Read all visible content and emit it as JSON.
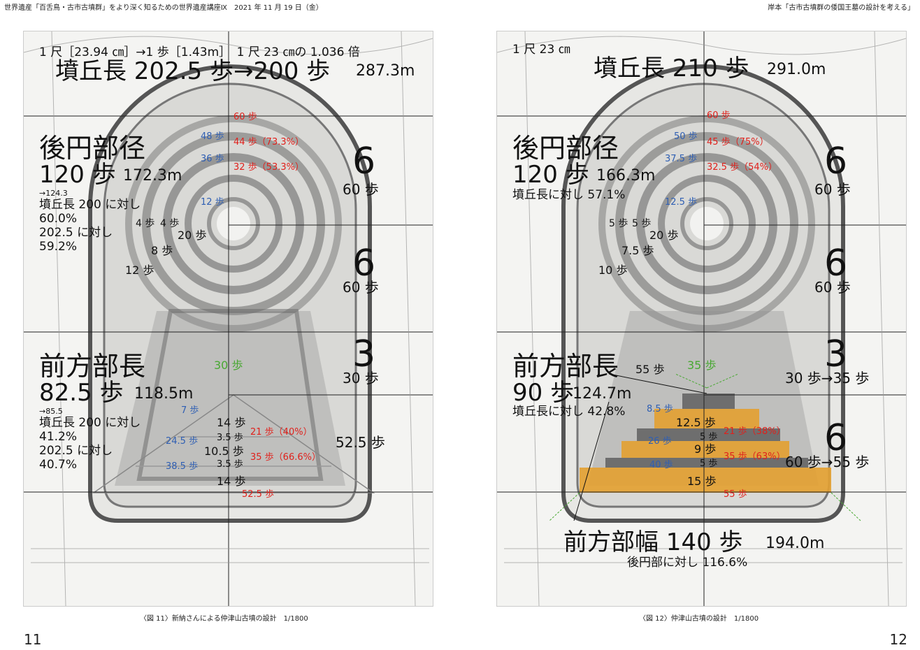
{
  "header": {
    "left": "世界遺産「百舌鳥・古市古墳群」をより深く知るための世界遺産講座Ⅸ　2021 年 11 月 19 日（金）",
    "right": "岸本「古市古墳群の倭国王墓の設計を考える」"
  },
  "left_figure": {
    "scale_note": "1 尺［23.94 ㎝］→1 歩［1.43m］　1 尺 23 ㎝の 1.036 倍",
    "total_length": "墳丘長 202.5 歩→200 歩",
    "total_length_m": "287.3m",
    "circle_title": "後円部径",
    "circle_value": "120 歩",
    "circle_m": "172.3m",
    "circle_note1": "→124.3",
    "circle_note2": "墳丘長 200 に対し",
    "circle_note3": "60.0%",
    "circle_note4": "202.5 に対し",
    "circle_note5": "59.2%",
    "r60": "60 歩",
    "b48": "48 歩",
    "r44": "44 歩（73.3%）",
    "b36": "36 歩",
    "r32": "32 歩（53.3%）",
    "b12": "12 歩",
    "k4a": "4 歩",
    "k4b": "4 歩",
    "k20": "20 歩",
    "k8": "8 歩",
    "k12": "12 歩",
    "big6a": "6",
    "big6a_sub": "60 歩",
    "big6b": "6",
    "big6b_sub": "60 歩",
    "green30": "30 歩",
    "big3": "3",
    "big3_sub": "30 歩",
    "front_title": "前方部長",
    "front_value": "82.5 歩",
    "front_m": "118.5m",
    "front_note1": "→85.5",
    "front_note2": "墳丘長 200 に対し",
    "front_note3": "41.2%",
    "front_note4": "202.5 に対し",
    "front_note5": "40.7%",
    "b7": "7 歩",
    "b24": "24.5 歩",
    "b38": "38.5 歩",
    "k14a": "14 歩",
    "k35a": "3.5 歩",
    "k105": "10.5 歩",
    "k35b": "3.5 歩",
    "k14b": "14 歩",
    "r21": "21 歩（40%）",
    "r35": "35 歩（66.6%）",
    "r525": "52.5 歩",
    "right525": "52.5 歩"
  },
  "right_figure": {
    "scale_note": "1 尺 23 ㎝",
    "total_length": "墳丘長 210 歩",
    "total_length_m": "291.0m",
    "circle_title": "後円部径",
    "circle_value": "120 歩",
    "circle_m": "166.3m",
    "circle_note": "墳丘長に対し 57.1%",
    "r60": "60 歩",
    "b50": "50 歩",
    "r45": "45 歩（75%）",
    "b375": "37.5 歩",
    "r325": "32.5 歩（54%）",
    "b125": "12.5 歩",
    "k5a": "5 歩",
    "k5b": "5 歩",
    "k20": "20 歩",
    "k75": "7.5 歩",
    "k10": "10 歩",
    "big6a": "6",
    "big6a_sub": "60 歩",
    "big6b": "6",
    "big6b_sub": "60 歩",
    "k55": "55 歩",
    "green35": "35 歩",
    "big3": "3",
    "big3_sub": "30 歩→35 歩",
    "front_title": "前方部長",
    "front_value": "90 歩",
    "front_m": "124.7m",
    "front_note": "墳丘長に対し 42.8%",
    "b85": "8.5 歩",
    "k125": "12.5 歩",
    "b26": "26 歩",
    "k5c": "5 歩",
    "k9": "9 歩",
    "b40": "40 歩",
    "k5d": "5 歩",
    "k15": "15 歩",
    "r21": "21 歩（38%）",
    "r35": "35 歩（63%）",
    "r55": "55 歩",
    "big6c": "6",
    "big6c_sub": "60 歩→55 歩",
    "width_title": "前方部幅 140 歩",
    "width_m": "194.0m",
    "width_note": "後円部に対し 116.6%"
  },
  "captions": {
    "left": "〈図 11〉新納さんによる仲津山古墳の設計　1/1800",
    "right": "〈図 12〉仲津山古墳の設計　1/1800"
  },
  "page_numbers": {
    "left": "11",
    "right": "12"
  },
  "colors": {
    "red": "#e0211c",
    "blue": "#2f5fb3",
    "green": "#48a832",
    "orange": "#e3a030"
  }
}
